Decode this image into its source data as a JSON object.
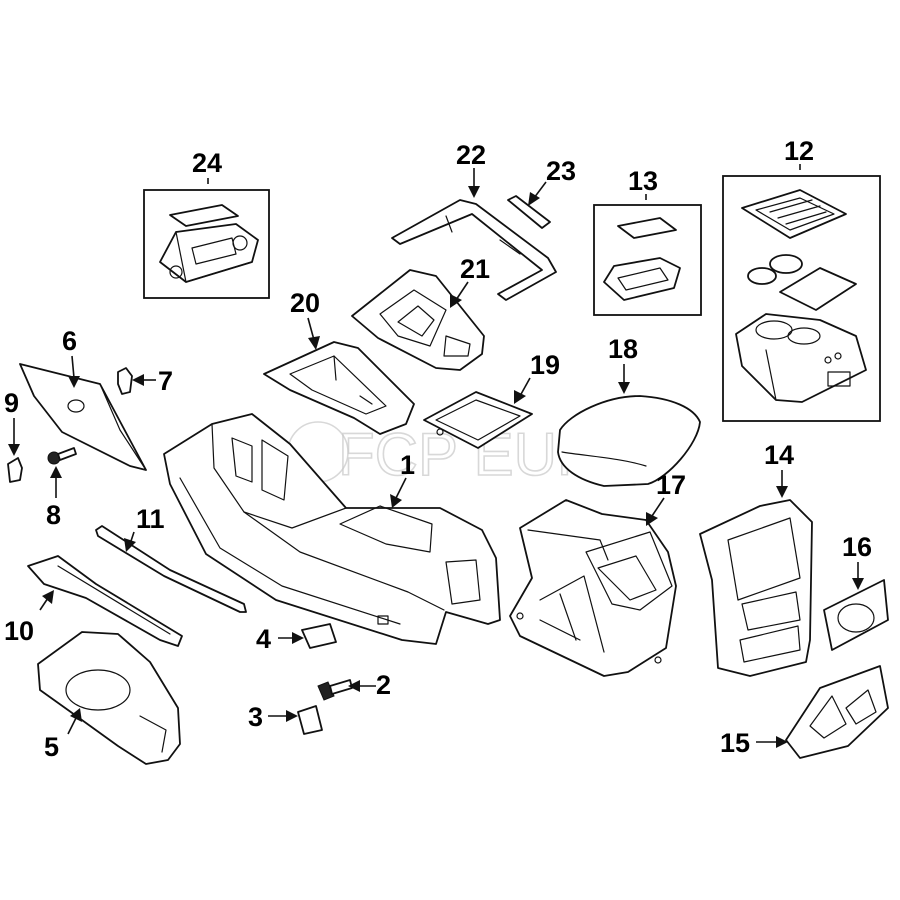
{
  "diagram": {
    "callouts": [
      "1",
      "2",
      "3",
      "4",
      "5",
      "6",
      "7",
      "8",
      "9",
      "10",
      "11",
      "12",
      "13",
      "14",
      "15",
      "16",
      "17",
      "18",
      "19",
      "20",
      "21",
      "22",
      "23",
      "24"
    ]
  },
  "watermark": {
    "text": "FCP EURO"
  }
}
